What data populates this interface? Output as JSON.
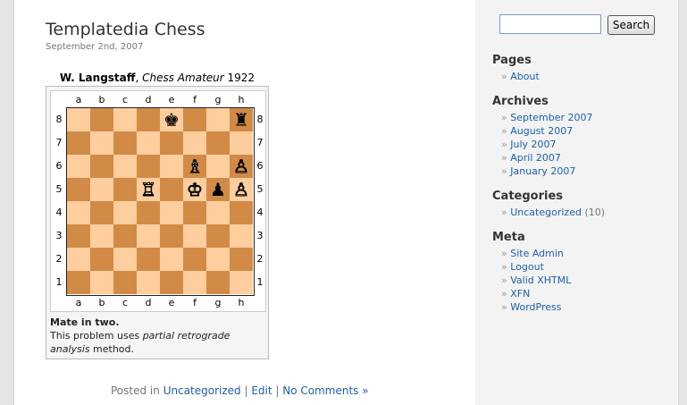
{
  "post": {
    "title": "Templatedia Chess",
    "date": "September 2nd, 2007",
    "caption_player": "W. Langstaff",
    "caption_source": "Chess Amateur",
    "caption_year": "1922",
    "problem_title": "Mate in two.",
    "problem_text_1": "This problem uses ",
    "problem_text_italic": "partial retrograde analysis",
    "problem_text_2": " method.",
    "meta_prefix": "Posted in ",
    "meta_category": "Uncategorized",
    "meta_sep1": " | ",
    "meta_edit": "Edit",
    "meta_sep2": " | ",
    "meta_comments": "No Comments »"
  },
  "board": {
    "files": [
      "a",
      "b",
      "c",
      "d",
      "e",
      "f",
      "g",
      "h"
    ],
    "ranks": [
      "8",
      "7",
      "6",
      "5",
      "4",
      "3",
      "2",
      "1"
    ],
    "pieces": {
      "e8": {
        "glyph": "♚",
        "color": "black"
      },
      "h8": {
        "glyph": "♜",
        "color": "black"
      },
      "f6": {
        "glyph": "♗",
        "color": "white"
      },
      "h6": {
        "glyph": "♙",
        "color": "white"
      },
      "d5": {
        "glyph": "♖",
        "color": "white"
      },
      "f5": {
        "glyph": "♔",
        "color": "white"
      },
      "g5": {
        "glyph": "♟",
        "color": "black"
      },
      "h5": {
        "glyph": "♙",
        "color": "white"
      }
    }
  },
  "sidebar": {
    "search_button": "Search",
    "search_value": "",
    "pages_heading": "Pages",
    "pages": [
      "About"
    ],
    "archives_heading": "Archives",
    "archives": [
      "September 2007",
      "August 2007",
      "July 2007",
      "April 2007",
      "January 2007"
    ],
    "categories_heading": "Categories",
    "category_name": "Uncategorized",
    "category_count": "(10)",
    "meta_heading": "Meta",
    "meta_items": [
      "Site Admin",
      "Logout",
      "Valid XHTML",
      "XFN",
      "WordPress"
    ]
  }
}
